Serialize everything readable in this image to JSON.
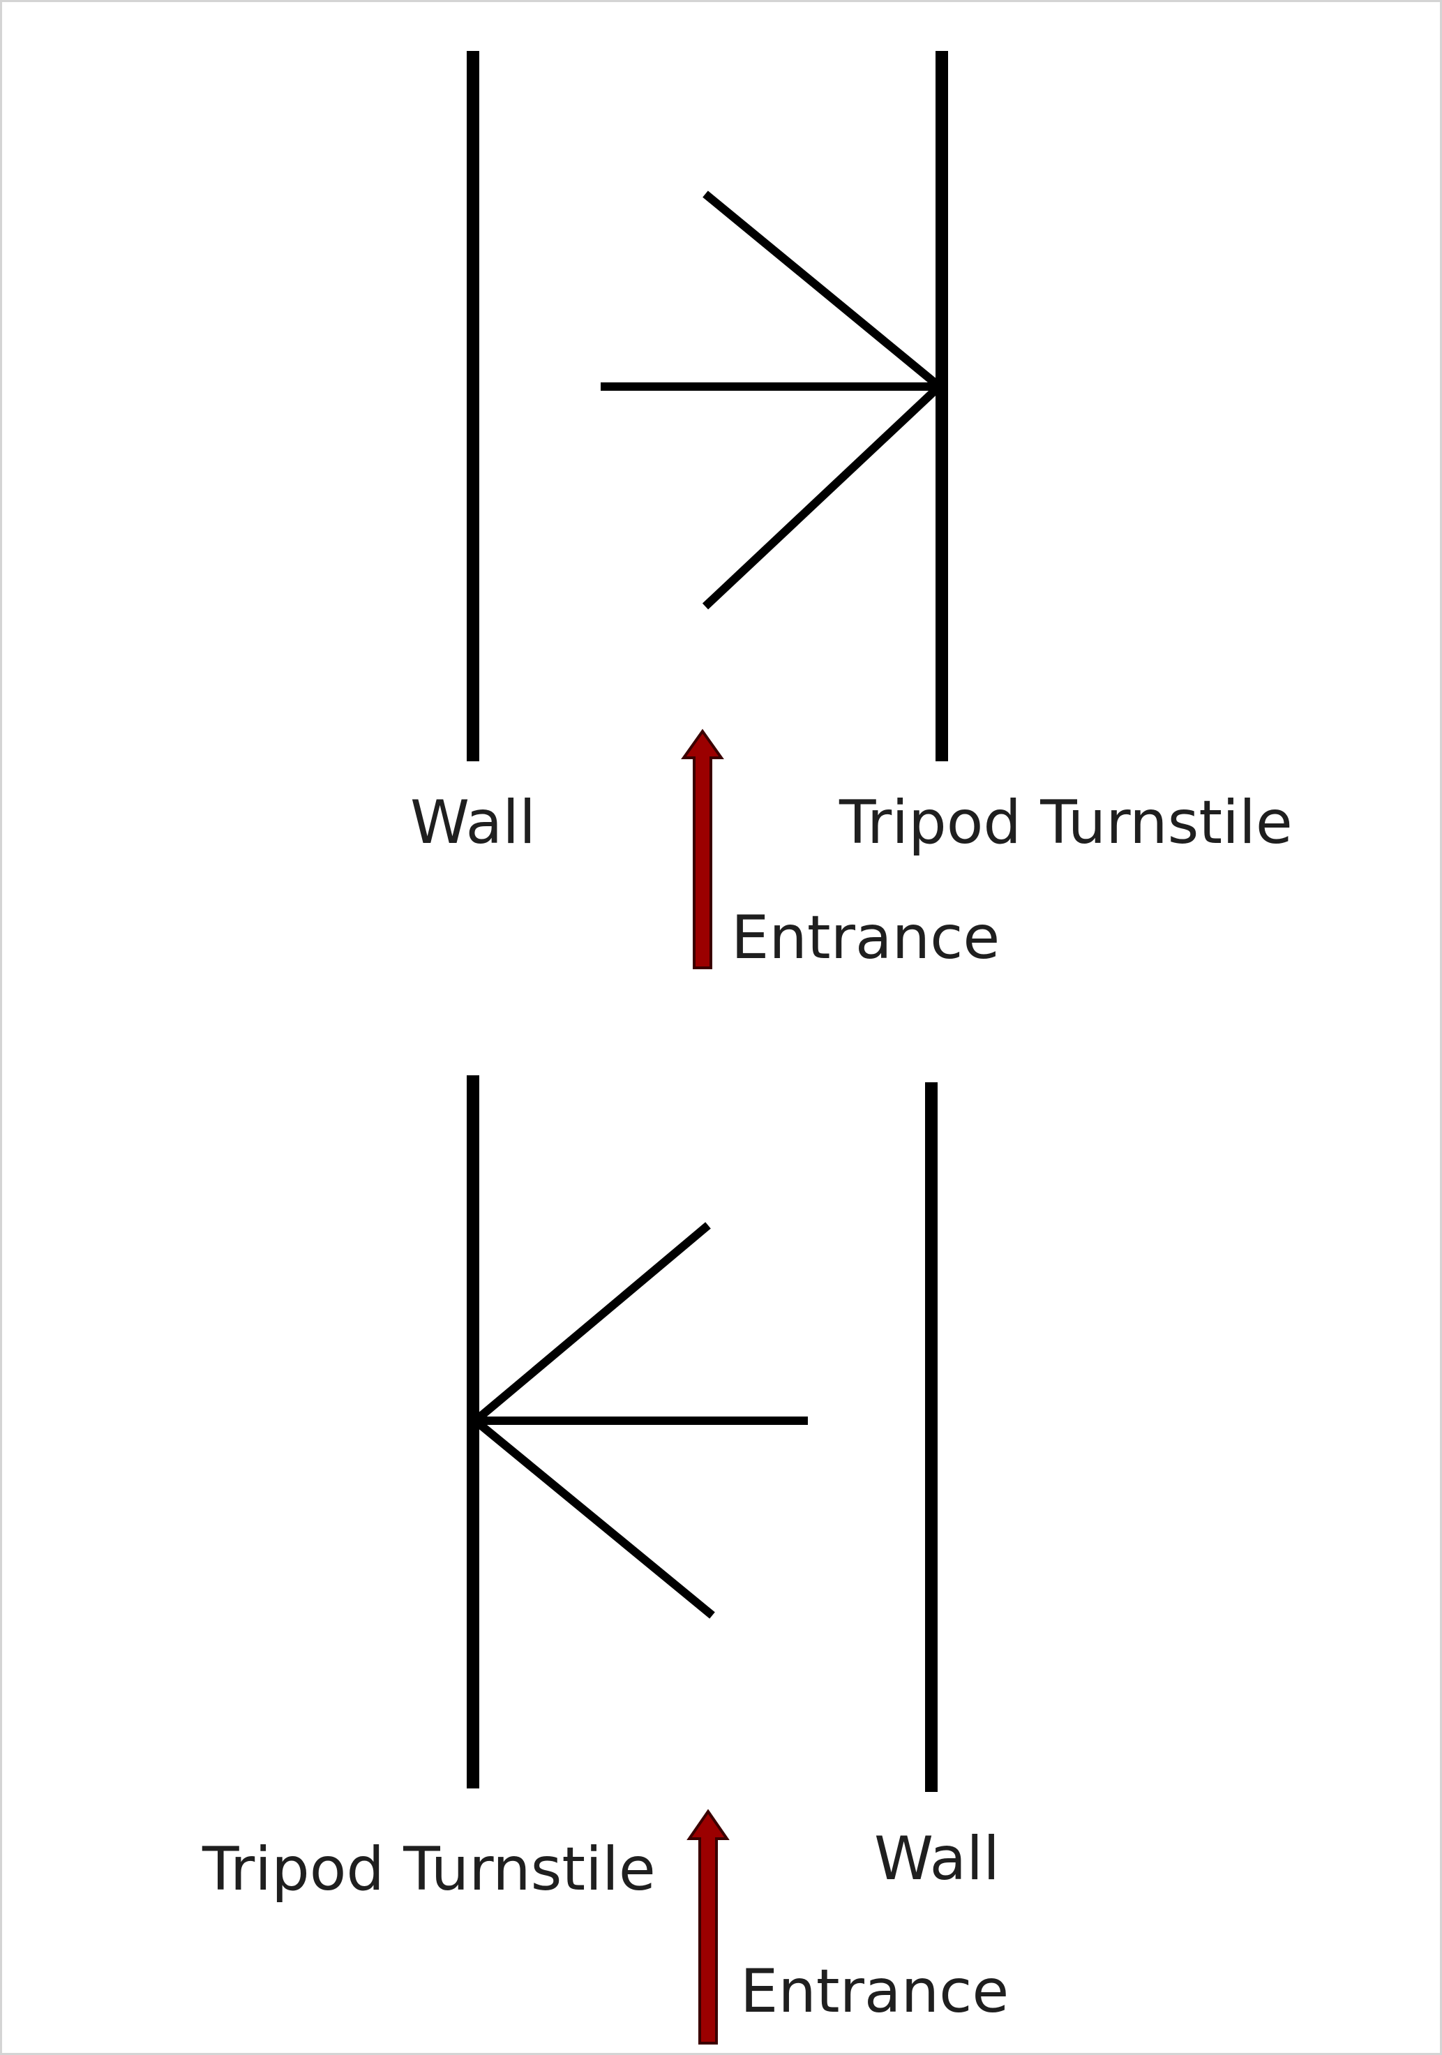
{
  "colors": {
    "line": "#000000",
    "arrow_fill": "#9b0000",
    "arrow_outline": "#3a0000",
    "text": "#1f1f1f",
    "background": "#ffffff"
  },
  "top_panel": {
    "left_label": "Wall",
    "right_label": "Tripod Turnstile",
    "entrance_label": "Entrance",
    "turnstile_side": "right",
    "entrance_arrow_icon": "up-arrow-icon"
  },
  "bottom_panel": {
    "left_label": "Tripod Turnstile",
    "right_label": "Wall",
    "entrance_label": "Entrance",
    "turnstile_side": "left",
    "entrance_arrow_icon": "up-arrow-icon"
  }
}
